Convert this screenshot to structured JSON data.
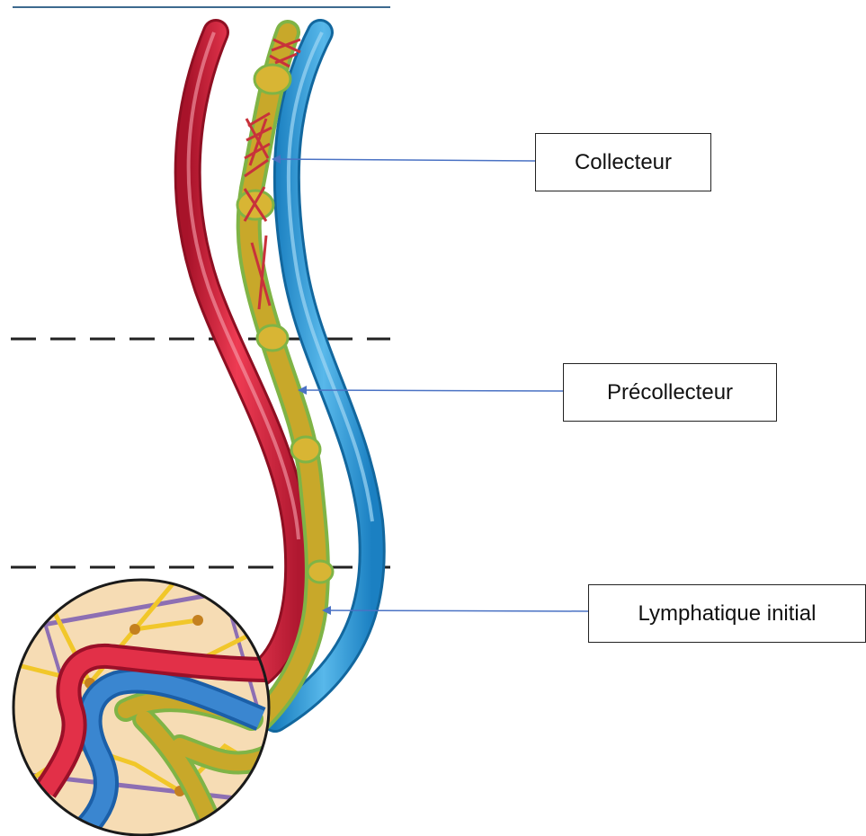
{
  "labels": {
    "collecteur": "Collecteur",
    "precollecteur": "Précollecteur",
    "initial": "Lymphatique initial"
  },
  "colors": {
    "artery": "#d9253e",
    "vein": "#2a9ad6",
    "lymph_vessel": "#c8a82a",
    "lymph_outline": "#7fb446",
    "muscle_band": "#c8323b",
    "arrow": "#4a72c4",
    "tissue_bg": "#f6dcb4",
    "fibre_yellow": "#f1c72a",
    "fibre_purple": "#8d6fb3",
    "top_rule": "#3d6a8f"
  }
}
